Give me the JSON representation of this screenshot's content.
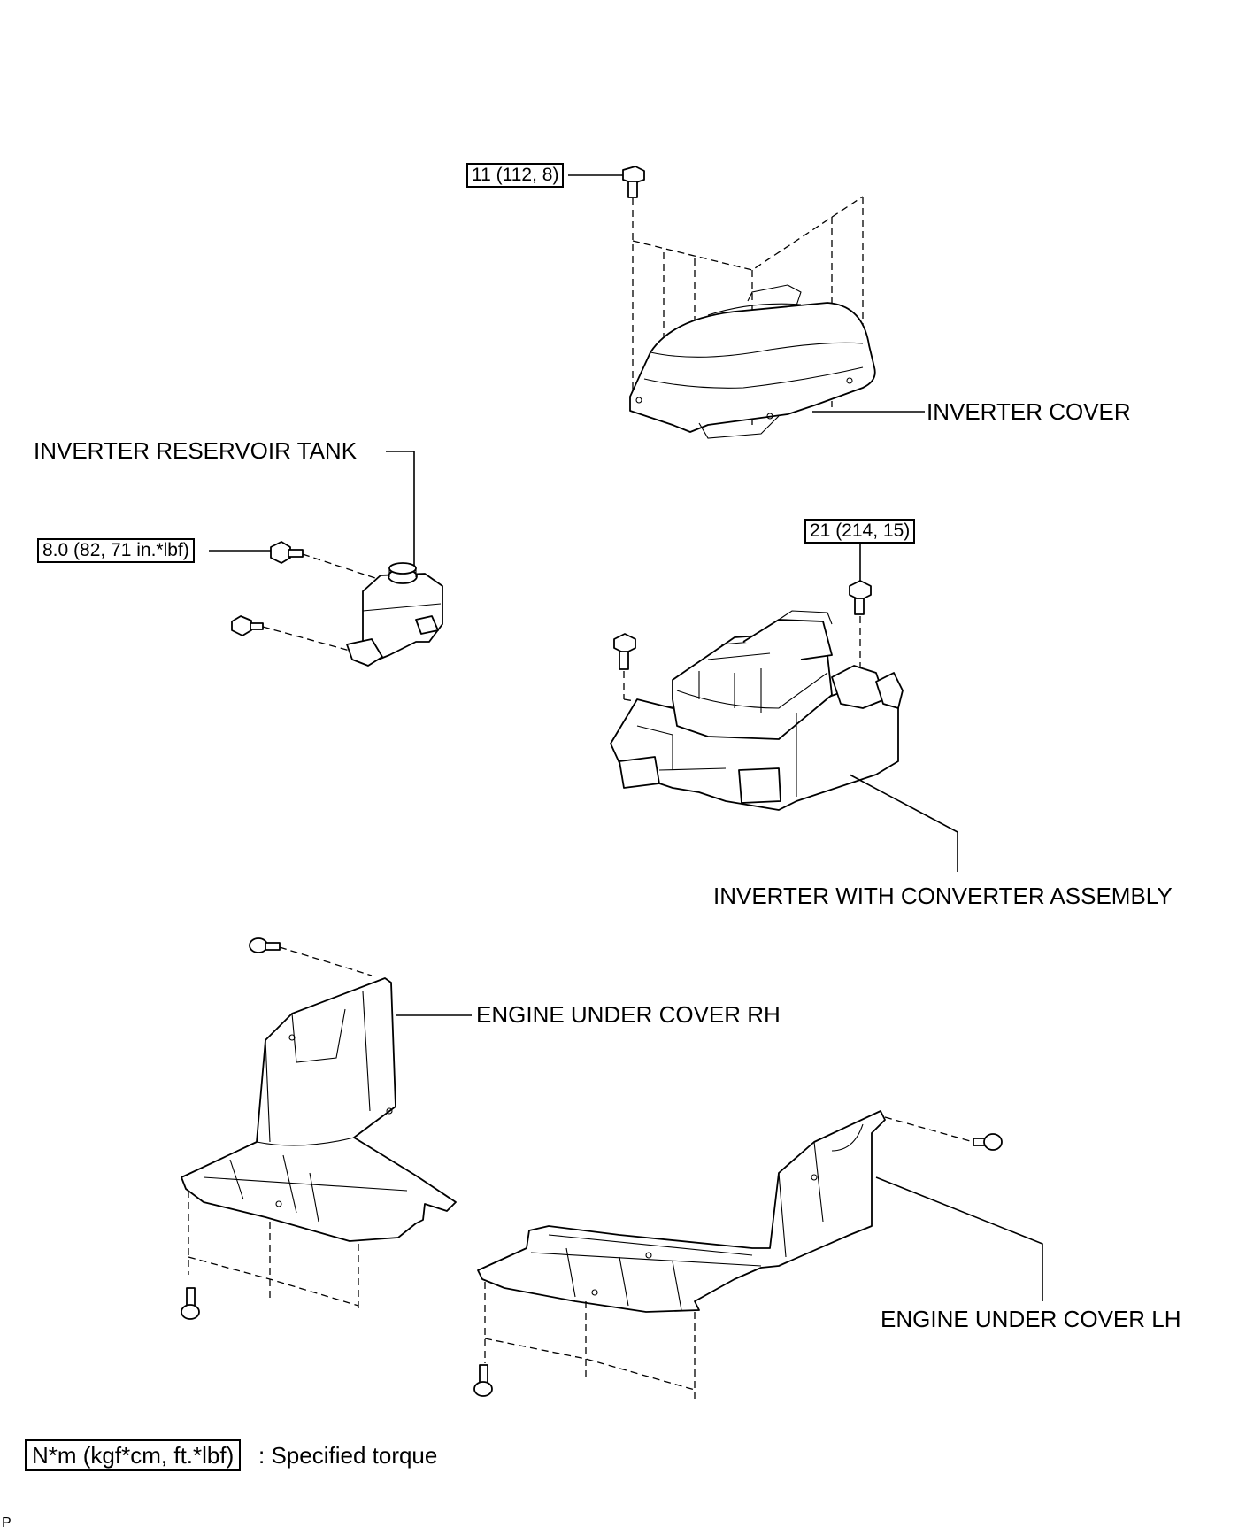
{
  "labels": {
    "inverter_cover": "INVERTER COVER",
    "reservoir_tank": "INVERTER RESERVOIR TANK",
    "inverter_assembly": "INVERTER WITH CONVERTER ASSEMBLY",
    "under_cover_rh": "ENGINE UNDER COVER RH",
    "under_cover_lh": "ENGINE UNDER COVER LH"
  },
  "torque": {
    "inverter_cover": "11 (112, 8)",
    "reservoir_tank": "8.0 (82, 71 in.*lbf)",
    "inverter_assembly": "21 (214, 15)"
  },
  "legend": {
    "box": "N*m (kgf*cm, ft.*lbf)",
    "text": ": Specified torque"
  },
  "corner_mark": "P"
}
